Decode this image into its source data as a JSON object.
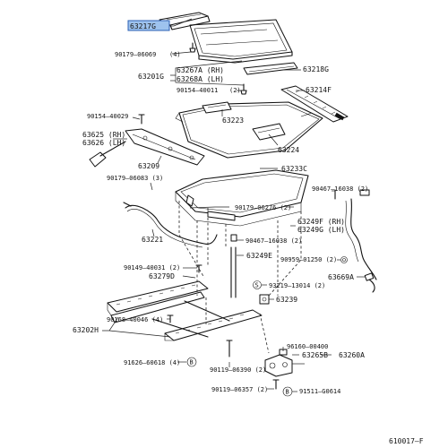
{
  "diagram": {
    "highlight_color": "#9ec3ee",
    "callouts": {
      "c63217G": "63217G",
      "c90179_06069": "90179–06069",
      "q4a": "(4)",
      "c63267A": "63267A (RH)",
      "c63268A": "63268A (LH)",
      "c63201G": "63201G",
      "c63218G": "63218G",
      "c90154_40011": "90154–40011",
      "q2a": "(2)",
      "c63214F": "63214F",
      "c90154_40029": "90154–40029",
      "c63223": "63223",
      "c63625": "63625 (RH)",
      "c63626": "63626 (LH)",
      "c63224": "63224",
      "c63209": "63209",
      "c63233C": "63233C",
      "c90179_06083": "90179–06083 (3)",
      "c90467_16038_top": "90467–16038 (2)",
      "c90179_06276": "90179–06276 (2)",
      "c63249F": "63249F (RH)",
      "c63249G": "63249G (LH)",
      "c63221": "63221",
      "c90467_16038_mid": "90467–16038 (2)",
      "c63249E": "63249E",
      "c90959_01250": "90959–01250 (2)",
      "c90149_40031": "90149–40031 (2)",
      "c63279D": "63279D",
      "c93219_13014": "93219–13014 (2)",
      "c63669A": "63669A",
      "c63239": "63239",
      "c90168_40046": "90168–40046 (4)",
      "c63202H": "63202H",
      "c96160_00400": "96160–00400",
      "c63265B": "63265B",
      "c63260A": "63260A",
      "c91626_60618": "91626–60618 (4)",
      "mB1": "B",
      "c90119_06390": "90119–06390 (2)",
      "c90119_06357": "90119–06357 (2)",
      "mB2": "B",
      "c91511_G0614": "91511–G0614",
      "mS": "S",
      "diagram_code": "610017–F"
    }
  }
}
